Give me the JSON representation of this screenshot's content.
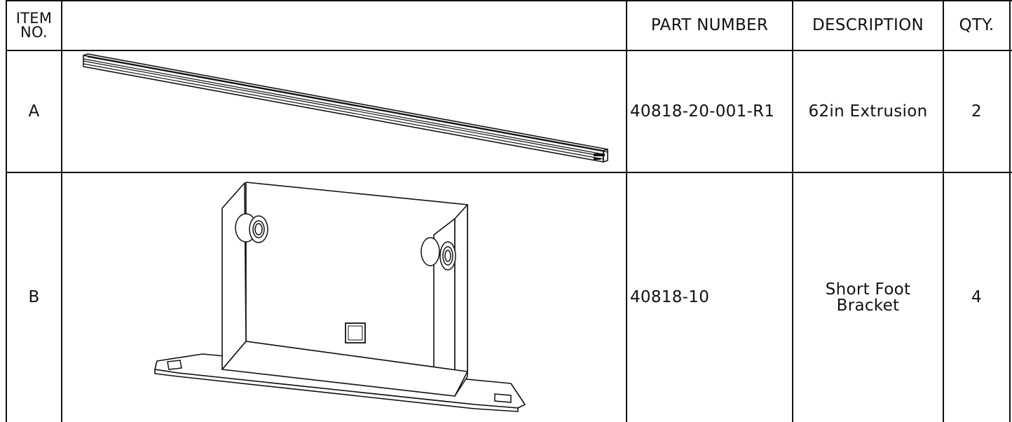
{
  "table": {
    "headers": {
      "item_line1": "ITEM",
      "item_line2": "NO.",
      "image": "",
      "part_number": "PART NUMBER",
      "description": "DESCRIPTION",
      "qty": "QTY."
    },
    "rows": [
      {
        "item": "A",
        "image_icon": "aluminum-extrusion-rail-icon",
        "part_number": "40818-20-001-R1",
        "description_line1": "62in Extrusion",
        "description_line2": "",
        "qty": "2"
      },
      {
        "item": "B",
        "image_icon": "foot-bracket-icon",
        "part_number": "40818-10",
        "description_line1": "Short Foot",
        "description_line2": "Bracket",
        "qty": "4"
      }
    ]
  }
}
